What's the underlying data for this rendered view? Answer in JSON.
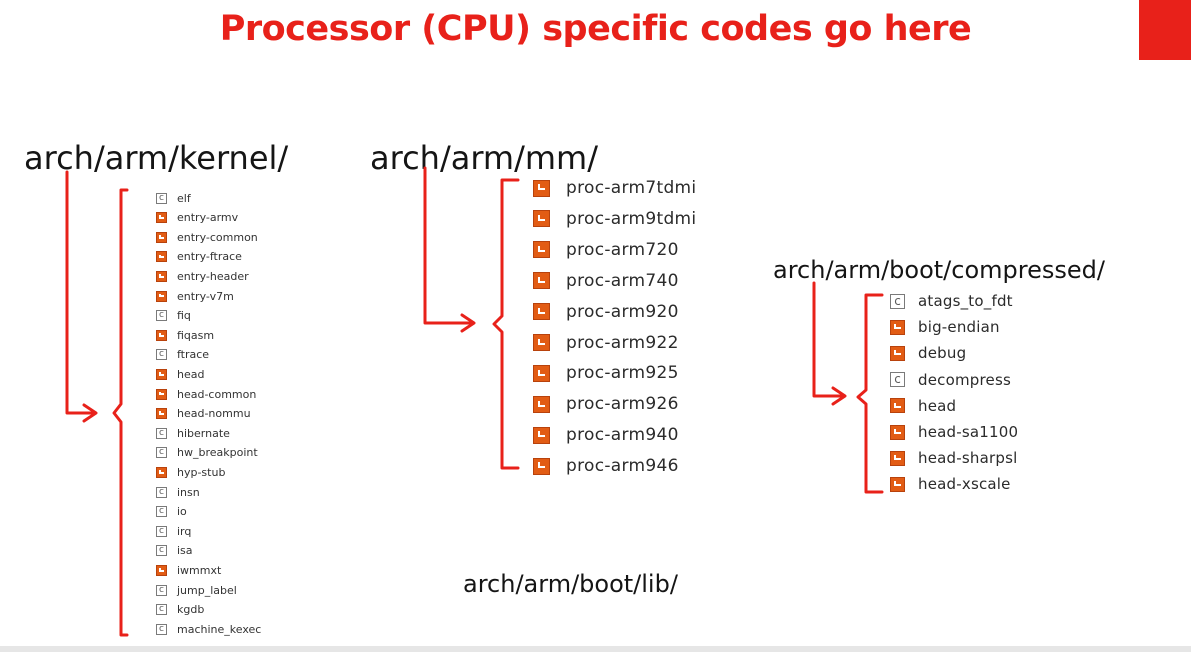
{
  "slide": {
    "title": "Processor (CPU) specific codes go here",
    "accent_color": "#e8211a",
    "file_icons": {
      "asm": "assembly-file-icon",
      "c": "c-source-file-icon"
    }
  },
  "groups": {
    "kernel": {
      "path": "arch/arm/kernel/",
      "files": [
        {
          "name": "elf",
          "type": "c"
        },
        {
          "name": "entry-armv",
          "type": "asm"
        },
        {
          "name": "entry-common",
          "type": "asm"
        },
        {
          "name": "entry-ftrace",
          "type": "asm"
        },
        {
          "name": "entry-header",
          "type": "asm"
        },
        {
          "name": "entry-v7m",
          "type": "asm"
        },
        {
          "name": "fiq",
          "type": "c"
        },
        {
          "name": "fiqasm",
          "type": "asm"
        },
        {
          "name": "ftrace",
          "type": "c"
        },
        {
          "name": "head",
          "type": "asm"
        },
        {
          "name": "head-common",
          "type": "asm"
        },
        {
          "name": "head-nommu",
          "type": "asm"
        },
        {
          "name": "hibernate",
          "type": "c"
        },
        {
          "name": "hw_breakpoint",
          "type": "c"
        },
        {
          "name": "hyp-stub",
          "type": "asm"
        },
        {
          "name": "insn",
          "type": "c"
        },
        {
          "name": "io",
          "type": "c"
        },
        {
          "name": "irq",
          "type": "c"
        },
        {
          "name": "isa",
          "type": "c"
        },
        {
          "name": "iwmmxt",
          "type": "asm"
        },
        {
          "name": "jump_label",
          "type": "c"
        },
        {
          "name": "kgdb",
          "type": "c"
        },
        {
          "name": "machine_kexec",
          "type": "c"
        }
      ]
    },
    "mm": {
      "path": "arch/arm/mm/",
      "files": [
        {
          "name": "proc-arm7tdmi",
          "type": "asm"
        },
        {
          "name": "proc-arm9tdmi",
          "type": "asm"
        },
        {
          "name": "proc-arm720",
          "type": "asm"
        },
        {
          "name": "proc-arm740",
          "type": "asm"
        },
        {
          "name": "proc-arm920",
          "type": "asm"
        },
        {
          "name": "proc-arm922",
          "type": "asm"
        },
        {
          "name": "proc-arm925",
          "type": "asm"
        },
        {
          "name": "proc-arm926",
          "type": "asm"
        },
        {
          "name": "proc-arm940",
          "type": "asm"
        },
        {
          "name": "proc-arm946",
          "type": "asm"
        }
      ]
    },
    "boot_compressed": {
      "path": "arch/arm/boot/compressed/",
      "files": [
        {
          "name": "atags_to_fdt",
          "type": "c"
        },
        {
          "name": "big-endian",
          "type": "asm"
        },
        {
          "name": "debug",
          "type": "asm"
        },
        {
          "name": "decompress",
          "type": "c"
        },
        {
          "name": "head",
          "type": "asm"
        },
        {
          "name": "head-sa1100",
          "type": "asm"
        },
        {
          "name": "head-sharpsl",
          "type": "asm"
        },
        {
          "name": "head-xscale",
          "type": "asm"
        }
      ]
    },
    "boot_lib": {
      "path": "arch/arm/boot/lib/"
    }
  }
}
